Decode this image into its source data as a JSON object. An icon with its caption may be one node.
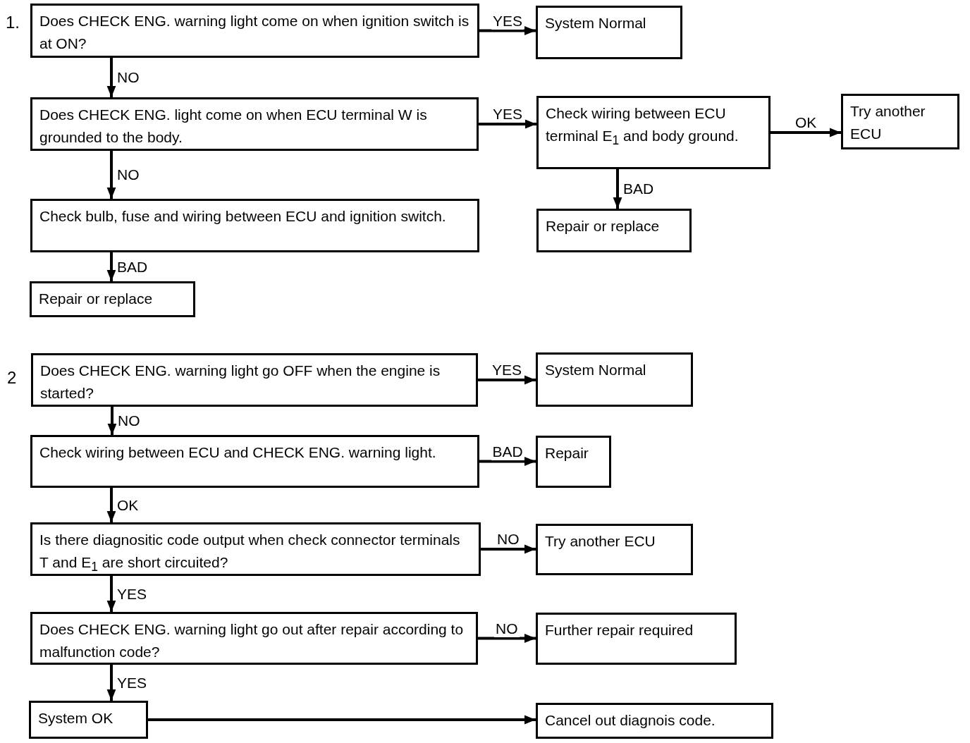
{
  "diagram": {
    "nodes": [
      {
        "text": [
          "Does CHECK ENG. warning light come on when ignition switch is at ON?"
        ]
      },
      {
        "text": [
          "System Normal"
        ]
      },
      {
        "text": [
          "Does CHECK ENG. light come on when ECU terminal W is grounded to the body."
        ]
      },
      {
        "text": [
          "Check wiring between ECU terminal E$_{1}$ and body ground."
        ]
      },
      {
        "text": [
          "Try another ECU"
        ]
      },
      {
        "text": [
          "Check bulb, fuse and wiring between ECU and ignition switch."
        ]
      },
      {
        "text": [
          "Repair or replace"
        ]
      },
      {
        "text": [
          "Repair or replace"
        ]
      },
      {
        "text": [
          "Does CHECK ENG. warning light go OFF when the engine is started?"
        ]
      },
      {
        "text": [
          "System Normal"
        ]
      },
      {
        "text": [
          "Check wiring between ECU and CHECK ENG. warning light."
        ]
      },
      {
        "text": [
          "Repair"
        ]
      },
      {
        "text": [
          "Is there diagnositic code output when check connector terminals T and E$_{1}$ are short circuited?"
        ]
      },
      {
        "text": [
          "Try another ECU"
        ]
      },
      {
        "text": [
          "Does CHECK ENG. warning light go out after repair according to malfunction code?"
        ]
      },
      {
        "text": [
          "Further repair required"
        ]
      },
      {
        "text": [
          "System OK"
        ]
      },
      {
        "text": [
          "Cancel out diagnois code."
        ]
      }
    ],
    "edges": [
      {
        "from": 0,
        "to": 1,
        "arrow": "to",
        "label": "YES"
      },
      {
        "from": 0,
        "to": 2,
        "arrow": "to",
        "label": "NO"
      },
      {
        "from": 2,
        "to": 3,
        "arrow": "to",
        "label": "YES"
      },
      {
        "from": 3,
        "to": 4,
        "arrow": "to",
        "label": "OK"
      },
      {
        "from": 3,
        "to": 6,
        "arrow": "to",
        "label": "BAD"
      },
      {
        "from": 2,
        "to": 5,
        "arrow": "to",
        "label": "NO"
      },
      {
        "from": 5,
        "to": 7,
        "arrow": "to",
        "label": "BAD"
      },
      {
        "from": 8,
        "to": 9,
        "arrow": "to",
        "label": "YES"
      },
      {
        "from": 8,
        "to": 10,
        "arrow": "to",
        "label": "NO"
      },
      {
        "from": 10,
        "to": 11,
        "arrow": "to",
        "label": "BAD"
      },
      {
        "from": 10,
        "to": 12,
        "arrow": "to",
        "label": "OK"
      },
      {
        "from": 12,
        "to": 13,
        "arrow": "to",
        "label": "NO"
      },
      {
        "from": 12,
        "to": 14,
        "arrow": "to",
        "label": "YES"
      },
      {
        "from": 14,
        "to": 15,
        "arrow": "to",
        "label": "NO"
      },
      {
        "from": 14,
        "to": 16,
        "arrow": "to",
        "label": "YES"
      },
      {
        "from": 16,
        "to": 17,
        "arrow": "to"
      }
    ],
    "labels": [
      "1.",
      "2"
    ]
  }
}
